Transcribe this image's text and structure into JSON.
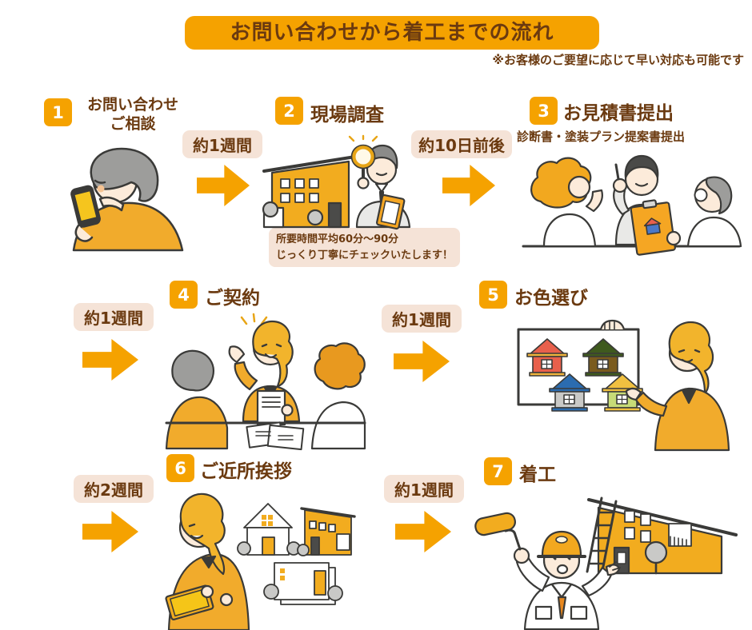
{
  "title": "お問い合わせから着工までの流れ",
  "disclaimer": "※お客様のご要望に応じて早い対応も可能です",
  "steps": [
    {
      "num": "1",
      "title": "お問い合わせ",
      "title2": "ご相談"
    },
    {
      "num": "2",
      "title": "現場調査",
      "note1": "所要時間平均60分〜90分",
      "note2": "じっくり丁寧にチェックいたします！"
    },
    {
      "num": "3",
      "title": "お見積書提出",
      "subtitle": "診断書・塗装プラン提案書提出"
    },
    {
      "num": "4",
      "title": "ご契約"
    },
    {
      "num": "5",
      "title": "お色選び"
    },
    {
      "num": "6",
      "title": "ご近所挨拶"
    },
    {
      "num": "7",
      "title": "着工"
    }
  ],
  "arrows": [
    {
      "label": "約1週間"
    },
    {
      "label": "約10日前後"
    },
    {
      "label": "約1週間"
    },
    {
      "label": "約1週間"
    },
    {
      "label": "約2週間"
    },
    {
      "label": "約1週間"
    }
  ],
  "illustrations": {
    "step1": "elderly-woman-using-smartphone",
    "step2": "surveyor-with-magnifier-and-house",
    "step3": "staff-presenting-estimate-to-couple",
    "step4": "staff-explaining-contract-documents",
    "step5": "staff-showing-house-color-samples",
    "step6": "staff-greeting-neighborhood-houses",
    "step7": "painter-with-roller-and-house"
  },
  "colors": {
    "accent_orange": "#F5A200",
    "text_brown": "#6B3A10",
    "label_bg": "#F5E3D7",
    "illustration_yellow": "#F2AC1F",
    "background": "#FFFFFF"
  }
}
